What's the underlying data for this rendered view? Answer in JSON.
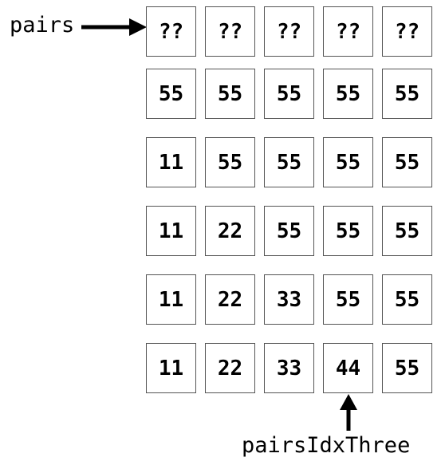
{
  "labels": {
    "array_name": "pairs",
    "index_name": "pairsIdxThree"
  },
  "rows": [
    [
      "??",
      "??",
      "??",
      "??",
      "??"
    ],
    [
      "55",
      "55",
      "55",
      "55",
      "55"
    ],
    [
      "11",
      "55",
      "55",
      "55",
      "55"
    ],
    [
      "11",
      "22",
      "55",
      "55",
      "55"
    ],
    [
      "11",
      "22",
      "33",
      "55",
      "55"
    ],
    [
      "11",
      "22",
      "33",
      "44",
      "55"
    ]
  ],
  "pointer": {
    "row": 5,
    "column": 3
  },
  "colors": {
    "border": "#555555",
    "text": "#000000",
    "arrow": "#000000",
    "background": "#ffffff"
  }
}
